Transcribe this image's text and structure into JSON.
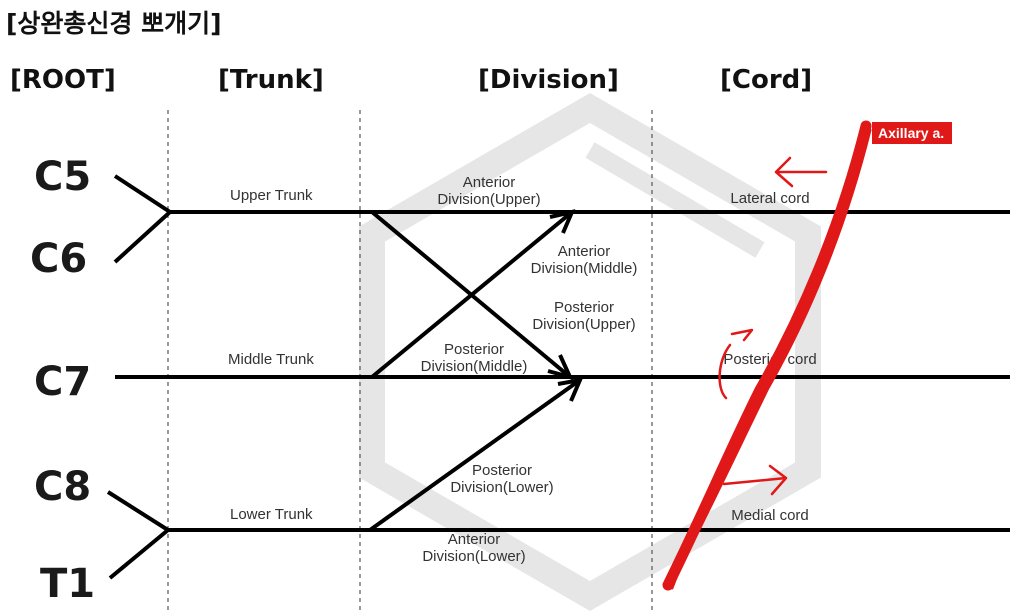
{
  "title": "[상완총신경 뽀개기]",
  "headers": {
    "root": "[ROOT]",
    "trunk": "[Trunk]",
    "division": "[Division]",
    "cord": "[Cord]"
  },
  "roots": [
    "C5",
    "C6",
    "C7",
    "C8",
    "T1"
  ],
  "trunks": [
    "Upper Trunk",
    "Middle Trunk",
    "Lower Trunk"
  ],
  "divisions": {
    "anterior_upper": [
      "Anterior",
      "Division(Upper)"
    ],
    "anterior_middle": [
      "Anterior",
      "Division(Middle)"
    ],
    "posterior_upper": [
      "Posterior",
      "Division(Upper)"
    ],
    "posterior_middle": [
      "Posterior",
      "Division(Middle)"
    ],
    "posterior_lower": [
      "Posterior",
      "Division(Lower)"
    ],
    "anterior_lower": [
      "Anterior",
      "Division(Lower)"
    ]
  },
  "cords": [
    "Lateral cord",
    "Posterior cord",
    "Medial cord"
  ],
  "annotation": {
    "artery": "Axillary a.",
    "color": "#e01818"
  },
  "colors": {
    "line": "#000000",
    "text": "#333333",
    "watermark": "#e6e6e6"
  }
}
